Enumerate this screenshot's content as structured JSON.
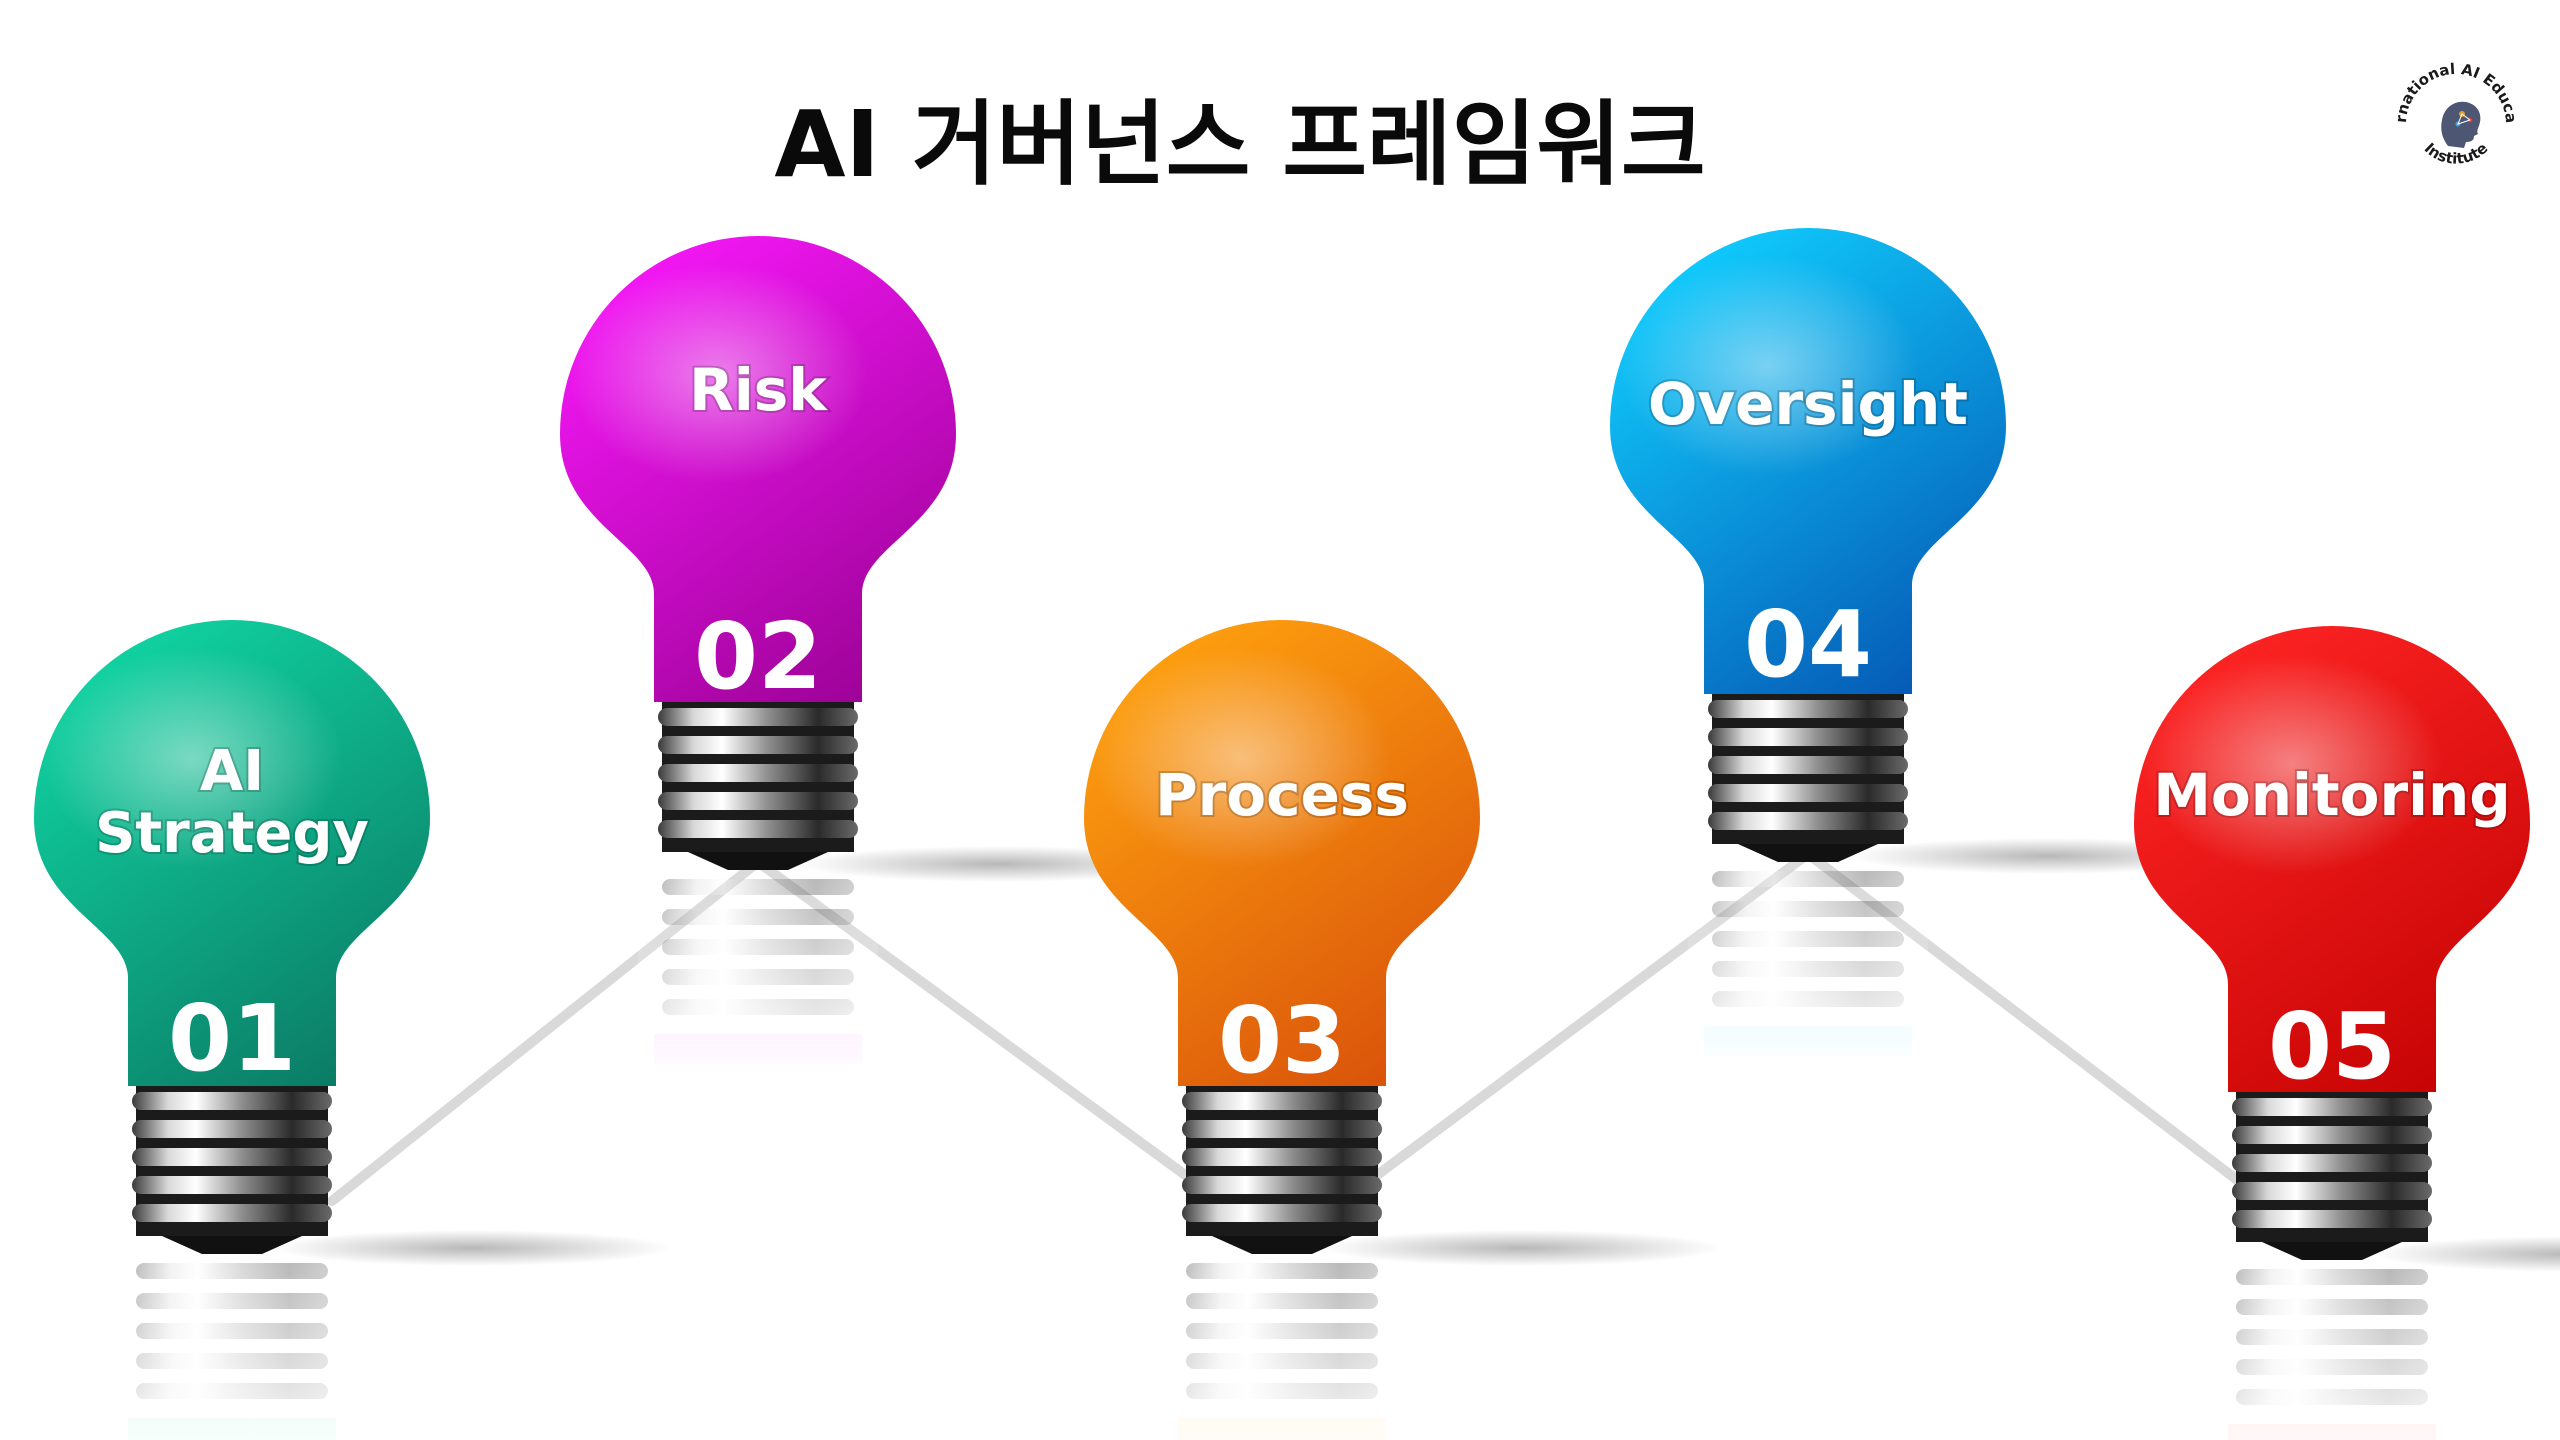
{
  "title": "AI 거버넌스 프레임워크",
  "logo": {
    "text_top": "International AI Education",
    "text_bottom": "Institute",
    "icon": "head-profile-icon"
  },
  "bulbs": [
    {
      "number": "01",
      "label_lines": [
        "AI",
        "Strategy"
      ],
      "color_top": "#10d6a4",
      "color_bottom": "#0b7a64",
      "icon": "lightbulb-icon"
    },
    {
      "number": "02",
      "label_lines": [
        "Risk"
      ],
      "color_top": "#f718f9",
      "color_bottom": "#9c0296",
      "icon": "lightbulb-icon"
    },
    {
      "number": "03",
      "label_lines": [
        "Process"
      ],
      "color_top": "#ffa20f",
      "color_bottom": "#d9520a",
      "icon": "lightbulb-icon"
    },
    {
      "number": "04",
      "label_lines": [
        "Oversight"
      ],
      "color_top": "#10cfff",
      "color_bottom": "#0559b5",
      "icon": "lightbulb-icon"
    },
    {
      "number": "05",
      "label_lines": [
        "Monitoring"
      ],
      "color_top": "#ff2424",
      "color_bottom": "#c60303",
      "icon": "lightbulb-icon"
    }
  ]
}
